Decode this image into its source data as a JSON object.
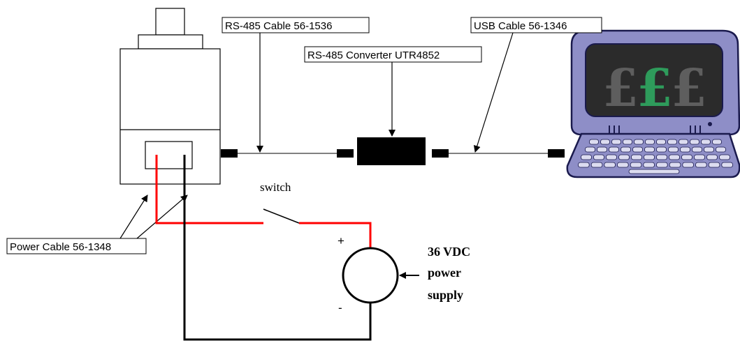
{
  "callouts": {
    "rs485_cable": "RS-485 Cable 56-1536",
    "usb_cable": "USB Cable 56-1346",
    "converter": "RS-485 Converter UTR4852",
    "power_cable": "Power Cable 56-1348"
  },
  "switch_label": "switch",
  "supply": {
    "line1": "36 VDC",
    "line2": "power",
    "line3": "supply",
    "plus": "+",
    "minus": "-"
  },
  "laptop_screen": {
    "glyphs": [
      "£",
      "£",
      "£"
    ]
  },
  "colors": {
    "power_positive": "#ff0000",
    "power_negative": "#000000",
    "laptop_body": "#8e8ec7",
    "laptop_outline": "#1a1a4d",
    "screen_bg": "#2b2b2b",
    "screen_glyph": "#5e5e5e",
    "screen_glyph_accent": "#2e9b5b"
  }
}
